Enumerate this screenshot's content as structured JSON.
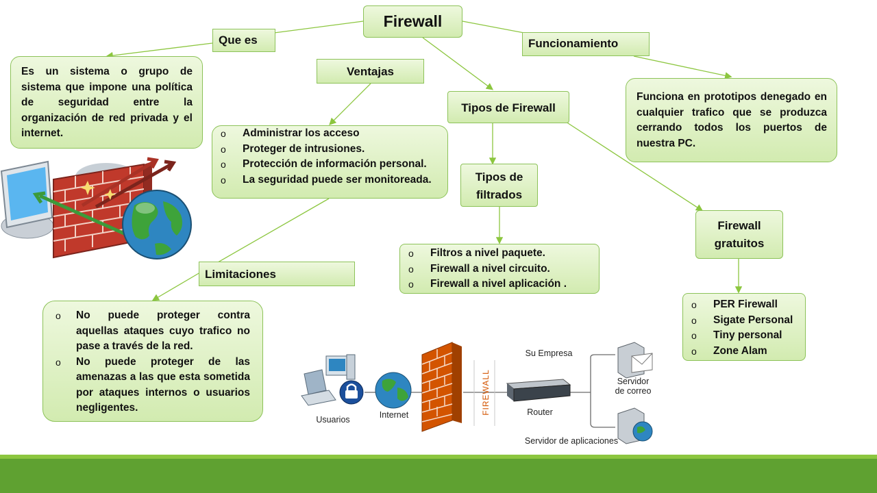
{
  "title": "Firewall",
  "que_es": {
    "label": "Que es",
    "text": "Es un sistema o grupo de sistema que impone una política de seguridad entre la organización de red privada y el internet."
  },
  "funcionamiento": {
    "label": "Funcionamiento",
    "text": "Funciona en prototipos denegado en cualquier trafico que se produzca cerrando todos los puertos de nuestra PC."
  },
  "ventajas": {
    "label": "Ventajas",
    "items": [
      "Administrar los acceso",
      "Proteger de intrusiones.",
      "Protección de información personal.",
      "La seguridad puede ser monitoreada."
    ]
  },
  "tipos_firewall": {
    "label": "Tipos de Firewall"
  },
  "tipos_filtrados": {
    "label_line1": "Tipos de",
    "label_line2": "filtrados",
    "items": [
      "Filtros a nivel paquete.",
      "Firewall a nivel circuito.",
      "Firewall a nivel aplicación ."
    ]
  },
  "firewall_gratuitos": {
    "label_line1": "Firewall",
    "label_line2": "gratuitos",
    "items": [
      "PER Firewall",
      "Sigate Personal",
      "Tiny personal",
      "Zone Alam"
    ]
  },
  "limitaciones": {
    "label": "Limitaciones",
    "items": [
      "No puede proteger contra aquellas ataques cuyo trafico no pase a través de  la red.",
      "No puede proteger de las amenazas a las que esta sometida por ataques internos o usuarios negligentes."
    ]
  },
  "bullet_marker": "o",
  "network_diagram": {
    "usuarios": "Usuarios",
    "internet": "Internet",
    "firewall": "FIREWALL",
    "su_empresa": "Su Empresa",
    "router": "Router",
    "servidor_correo_line1": "Servidor",
    "servidor_correo_line2": "de correo",
    "servidor_aplicaciones": "Servidor de aplicaciones"
  },
  "colors": {
    "box_top": "#eef8de",
    "box_bottom": "#d2ebb0",
    "box_border": "#8cc258",
    "connector": "#8cc63f",
    "footer": "#5fa131"
  }
}
